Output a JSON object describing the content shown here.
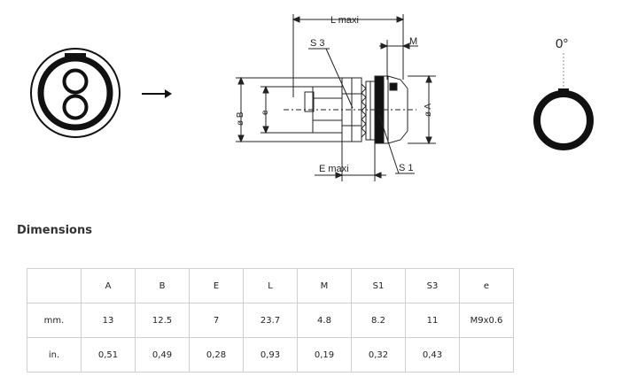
{
  "drawing": {
    "top_angle": "0°",
    "labels": {
      "l_maxi": "L maxi",
      "s3": "S 3",
      "m": "M",
      "e_maxi": "E maxi",
      "s1": "S 1",
      "diam_b": "ø B",
      "e": "e",
      "diam_a": "ø A"
    }
  },
  "section_title": "Dimensions",
  "table": {
    "headers": [
      "",
      "A",
      "B",
      "E",
      "L",
      "M",
      "S1",
      "S3",
      "e"
    ],
    "rows": [
      [
        "mm.",
        "13",
        "12.5",
        "7",
        "23.7",
        "4.8",
        "8.2",
        "11",
        "M9x0.6"
      ],
      [
        "in.",
        "0,51",
        "0,49",
        "0,28",
        "0,93",
        "0,19",
        "0,32",
        "0,43",
        ""
      ]
    ]
  }
}
